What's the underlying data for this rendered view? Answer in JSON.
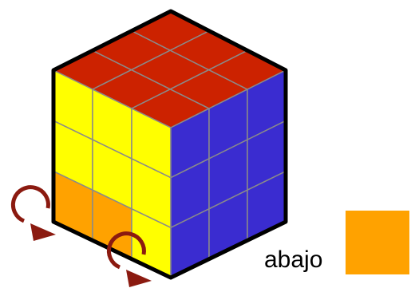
{
  "caption": "abajo",
  "colors": {
    "top": "#cc2200",
    "front": "#ffff00",
    "right": "#3a2cd0",
    "bottom_row_highlight": "#ffa200",
    "outline": "#000000",
    "sticker_line": "#8a8a8a",
    "arrow": "#8b1a10",
    "swatch": "#ffa200"
  },
  "cube": {
    "front_face": [
      [
        "yellow",
        "yellow",
        "yellow"
      ],
      [
        "yellow",
        "yellow",
        "yellow"
      ],
      [
        "orange",
        "orange",
        "yellow"
      ]
    ],
    "top_face": "red",
    "right_face": "blue"
  },
  "icons": [
    "rotation-arrow-icon",
    "rotation-arrow-icon"
  ]
}
